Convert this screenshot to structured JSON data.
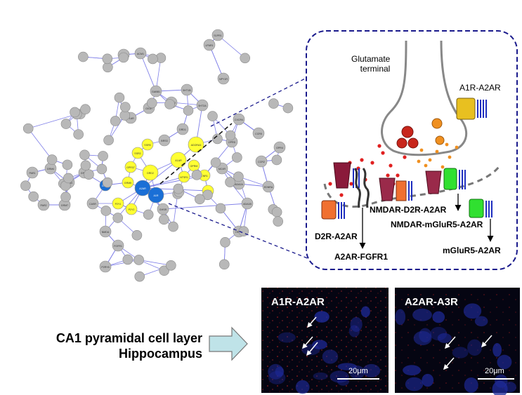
{
  "network": {
    "node_labels": [
      "A2AR",
      "A1R",
      "DRD2",
      "GRM5",
      "GPR37",
      "P2Y1",
      "P2Y2",
      "GRM1",
      "ADORA3",
      "A1AR",
      "NTSR1",
      "CNR1",
      "DRD4",
      "GRM2",
      "GRM3",
      "GRM4",
      "GRM7",
      "CASR",
      "GHSR",
      "5HT2A",
      "5HT1B",
      "CXCR4",
      "CCR5",
      "OPRD",
      "OPRM",
      "MC4R",
      "ACM1",
      "ACM2",
      "LPAR1",
      "S1PR1",
      "NPY1R",
      "GABB1",
      "GABB2",
      "ADA1B",
      "ADA2A",
      "BRS3",
      "SSR2",
      "SSR5",
      "NMDA",
      "FGFR1",
      "PAR1",
      "PAR2",
      "DRD1",
      "CCR2",
      "GPR4",
      "EDNRA",
      "P2RY6",
      "OX1R",
      "V1AR",
      "HRH3"
    ]
  },
  "callout": {
    "terminal_label": "Glutamate\nterminal",
    "a1r_a2ar": "A1R-A2AR",
    "d2r_a2ar": "D2R-A2AR",
    "nmdar_d2r_a2ar": "NMDAR-D2R-A2AR",
    "nmdar_mglur5_a2ar": "NMDAR-mGluR5-A2AR",
    "a2ar_fgfr1": "A2AR-FGFR1",
    "mglur5_a2ar": "mGluR5-A2AR"
  },
  "bottom": {
    "line1": "CA1 pyramidal cell layer",
    "line2": "Hippocampus",
    "panel1_title": "A1R-A2AR",
    "panel2_title": "A2AR-A3R",
    "scale1": "20μm",
    "scale2": "20μm"
  },
  "colors": {
    "edge": "#7f7fe8",
    "node_gray": "#b8b8b8",
    "node_yellow": "#ffff33",
    "node_blue": "#1a6fd6",
    "dash": "#1a1a8c",
    "arrow_fill": "#bfe3e8"
  }
}
